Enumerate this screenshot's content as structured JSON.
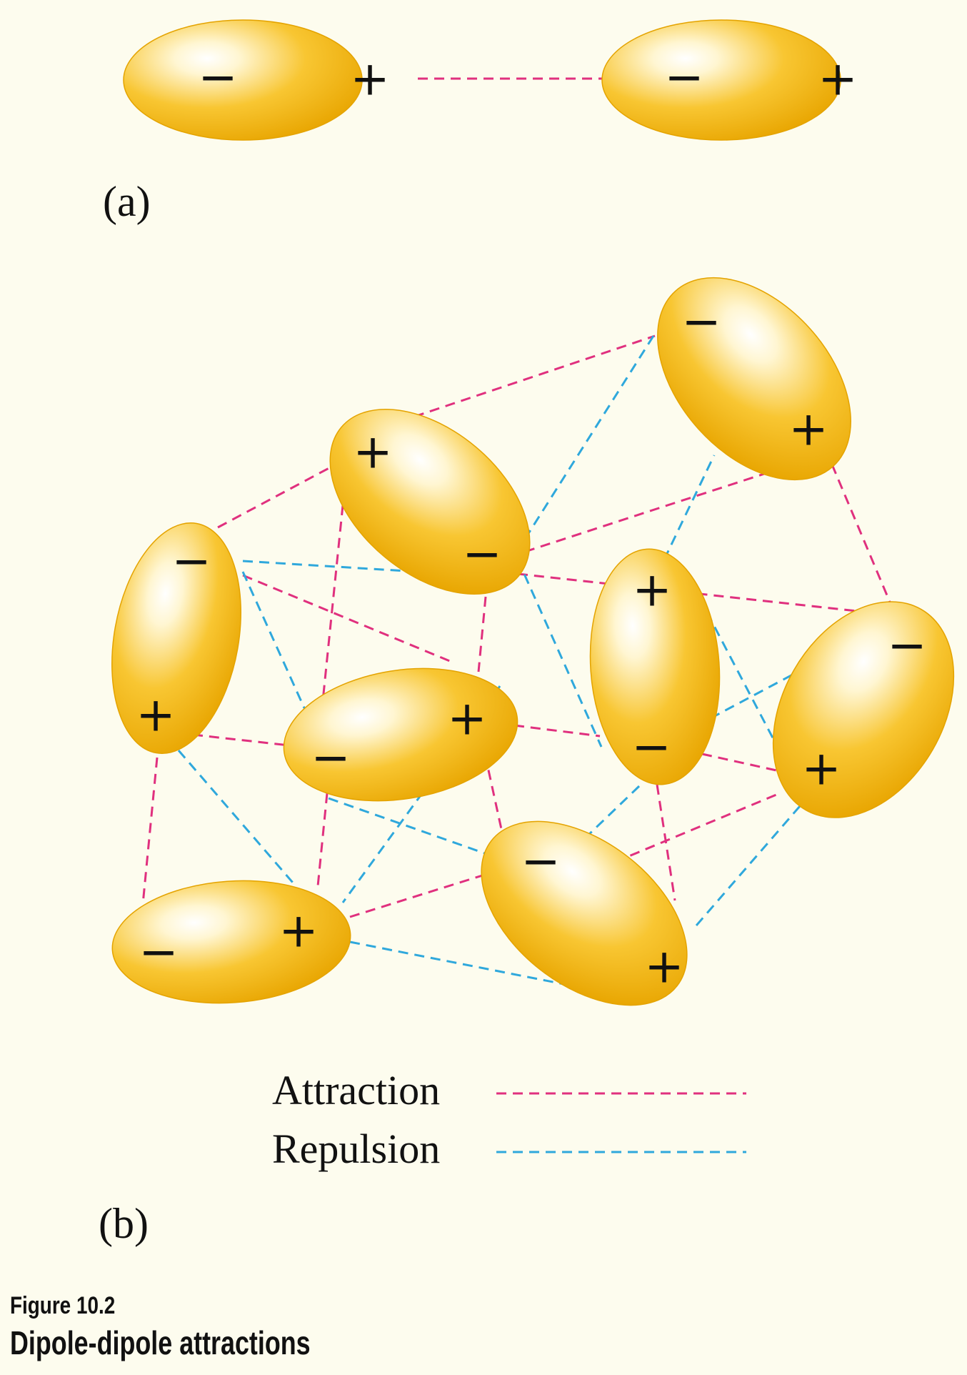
{
  "panels": {
    "a_label": "(a)",
    "b_label": "(b)"
  },
  "charge_symbols": {
    "positive": "+",
    "negative": "−"
  },
  "legend": {
    "attraction": {
      "label": "Attraction",
      "color": "#e0307e"
    },
    "repulsion": {
      "label": "Repulsion",
      "color": "#2fa8dc"
    }
  },
  "caption": {
    "number": "Figure 10.2",
    "title": "Dipole-dipole attractions"
  },
  "colors": {
    "background": "#fdfcee",
    "molecule_fill": "#f2b705",
    "molecule_highlight": "#ffffff"
  }
}
